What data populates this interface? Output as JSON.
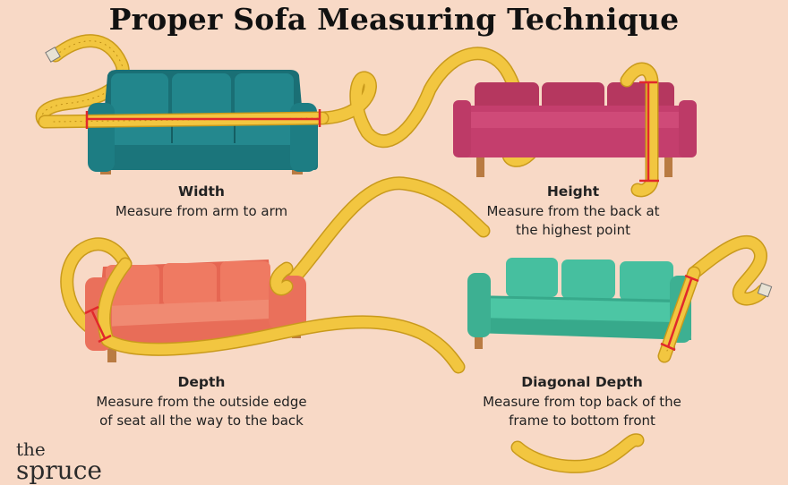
{
  "title": "Proper Sofa Measuring Technique",
  "panels": [
    {
      "heading": "Width",
      "line1": "Measure from arm to arm",
      "line2": ""
    },
    {
      "heading": "Height",
      "line1": "Measure from the back at",
      "line2": "the highest point"
    },
    {
      "heading": "Depth",
      "line1": "Measure from the outside edge",
      "line2": "of seat all the way to the back"
    },
    {
      "heading": "Diagonal Depth",
      "line1": "Measure from top back of the",
      "line2": "frame to bottom front"
    }
  ],
  "logo": {
    "line1": "the",
    "line2": "spruce"
  },
  "colors": {
    "background": "#f8d9c6",
    "tape": "#f2c640",
    "tape_edge": "#c99a1c",
    "marker": "#e1282c",
    "sofa_width": "#1e7a80",
    "sofa_height": "#c43e6d",
    "sofa_depth": "#ee7560",
    "sofa_diagonal": "#3fb596"
  },
  "icons": [
    "teal-sofa-icon",
    "pink-sofa-icon",
    "coral-sofa-icon",
    "green-sofa-icon",
    "measuring-tape-icon"
  ]
}
